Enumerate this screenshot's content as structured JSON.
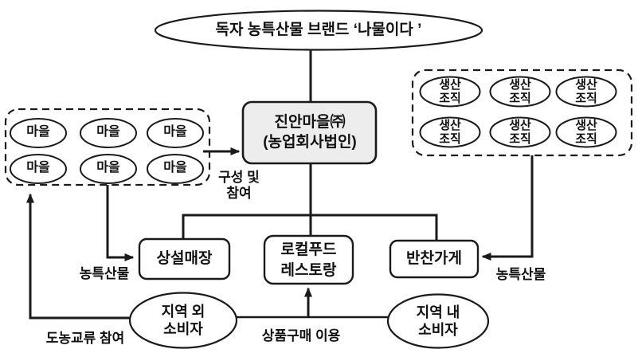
{
  "canvas": {
    "background": "#ffffff",
    "line_color": "#1a1a1a",
    "company_box_fill": "#ededed"
  },
  "brand": {
    "label": "독자 농특산물 브랜드 ‘나물이다 ’"
  },
  "company": {
    "line1": "진안마을㈜",
    "line2": "(농업회사법인)"
  },
  "village_cluster": {
    "items": [
      "마을",
      "마을",
      "마을",
      "마을",
      "마을",
      "마을"
    ]
  },
  "producer_cluster": {
    "line1": "생산",
    "line2": "조직"
  },
  "outlets": {
    "permanent_store": "상설매장",
    "restaurant_line1": "로컬푸드",
    "restaurant_line2": "레스토랑",
    "side_dish_shop": "반찬가게"
  },
  "consumers": {
    "outside_line1": "지역 외",
    "outside_line2": "소비자",
    "inside_line1": "지역 내",
    "inside_line2": "소비자"
  },
  "edge_labels": {
    "composition_line1": "구성 및",
    "composition_line2": "참여",
    "farm_products_left": "농특산물",
    "farm_products_right": "농특산물",
    "purchase_use": "상품구매 이용",
    "exchange_participation": "도농교류 참여"
  }
}
